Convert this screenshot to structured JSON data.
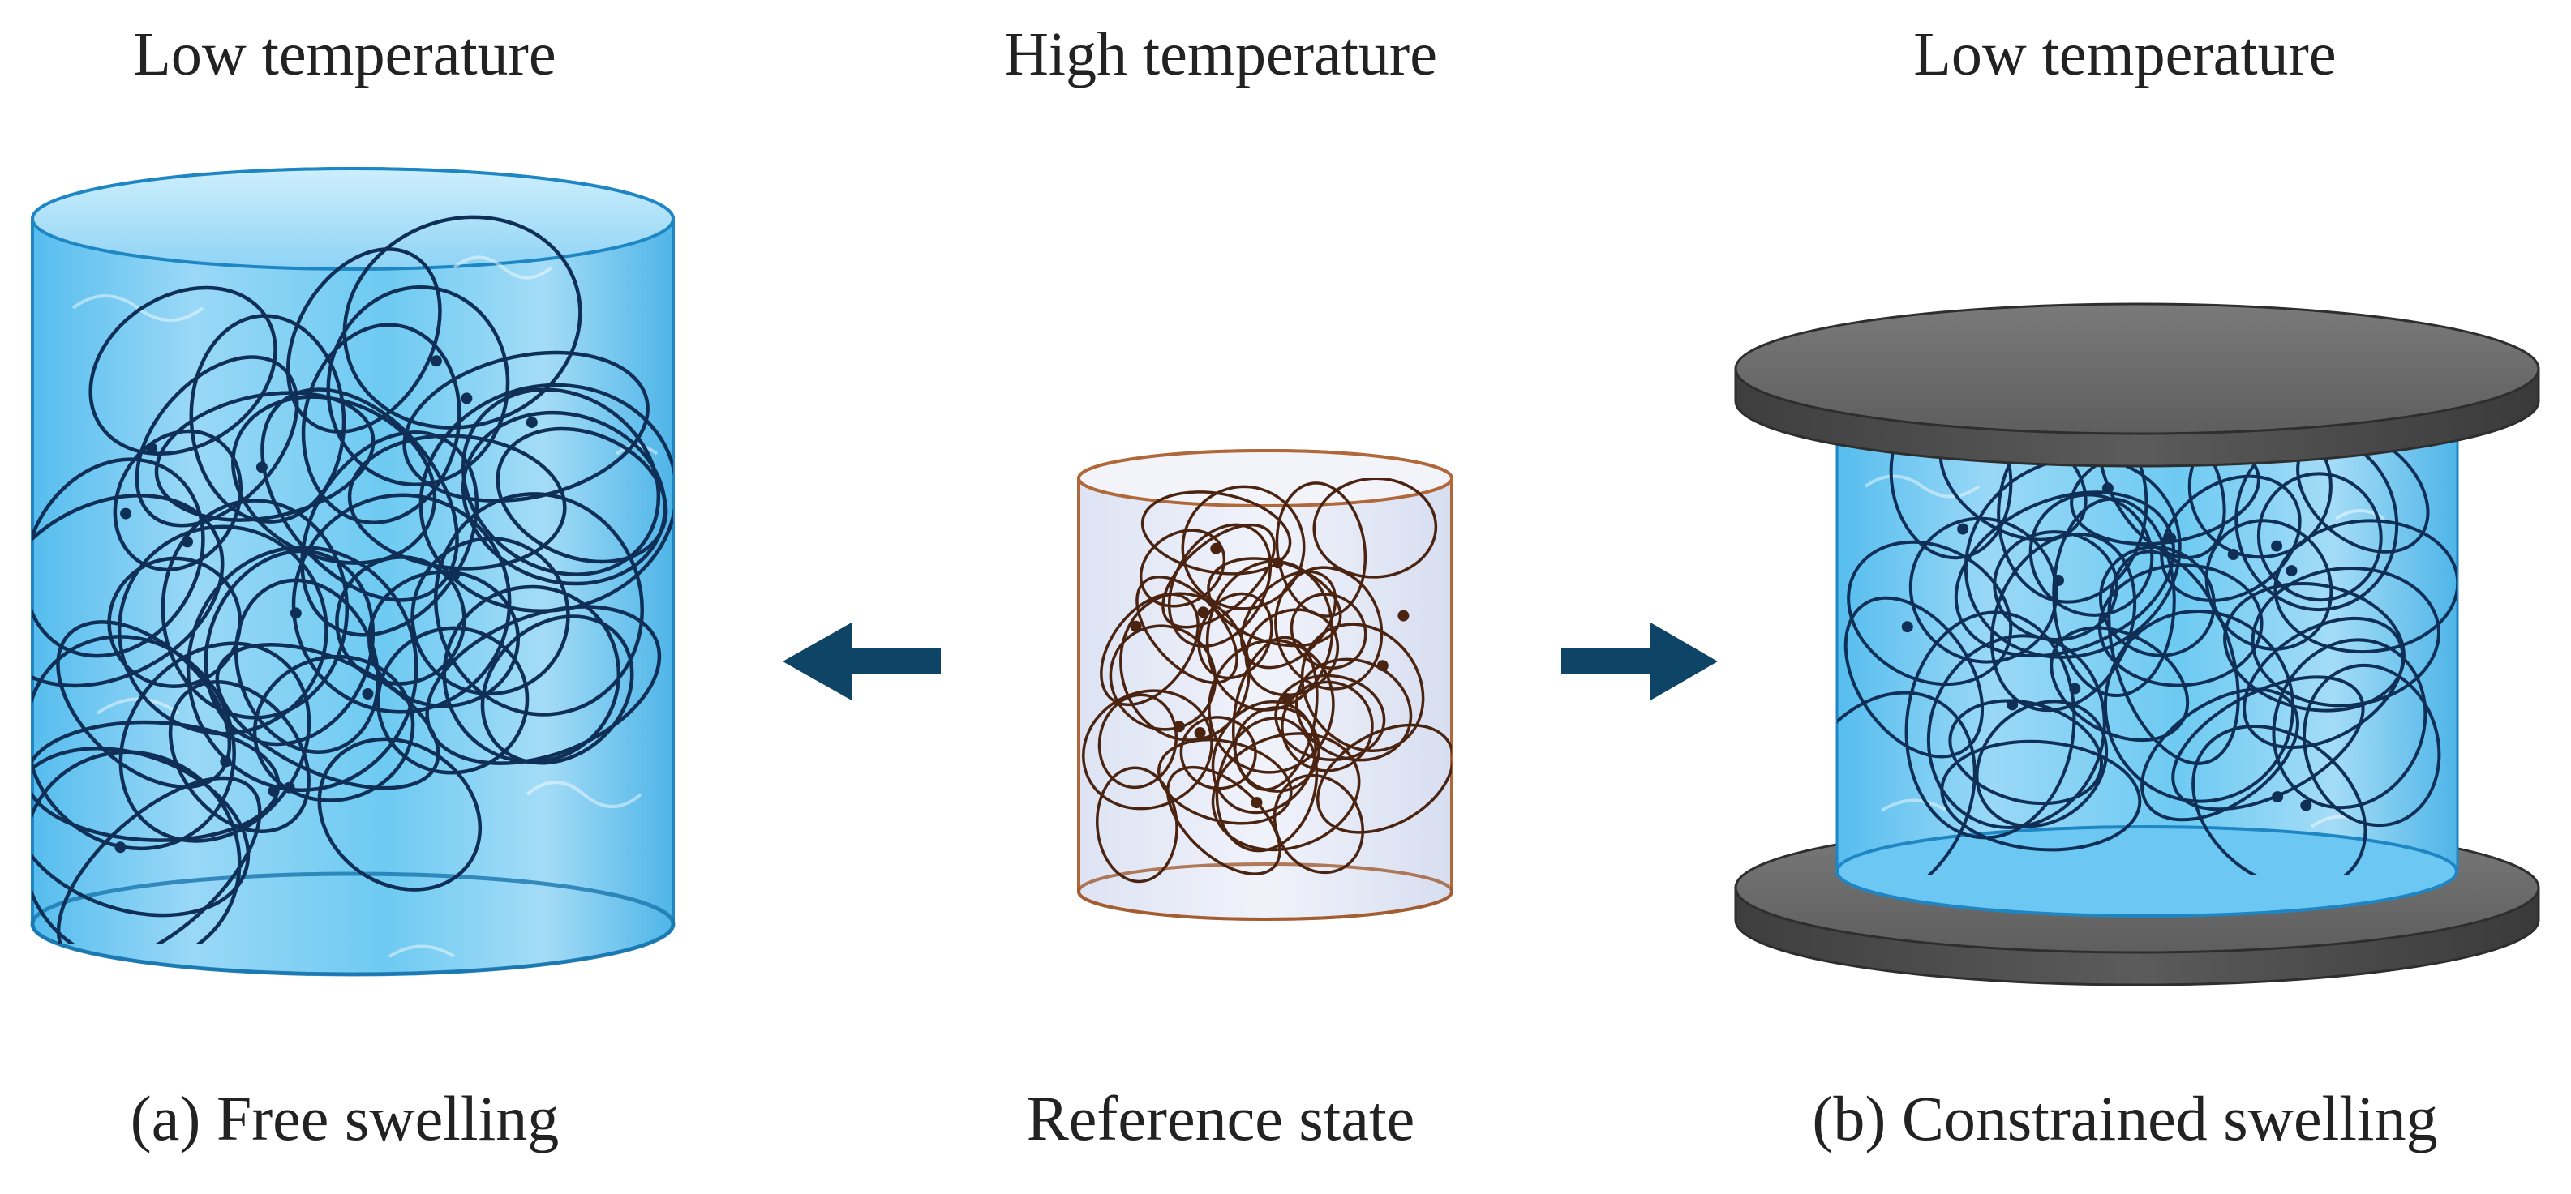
{
  "labels": {
    "left_top": "Low temperature",
    "center_top": "High temperature",
    "right_top": "Low temperature",
    "left_bottom": "(a) Free swelling",
    "center_bottom": "Reference state",
    "right_bottom": "(b) Constrained swelling"
  },
  "colors": {
    "water_light": "#bfe7fb",
    "water_mid": "#5cc3f0",
    "water_dark": "#1f86c4",
    "network_swollen": "#0f2f57",
    "network_reference": "#4a2410",
    "reference_rim": "#b0683a",
    "reference_fill": "#e9eef8",
    "plate_top": "#6b6b6b",
    "plate_side": "#4a4a4a",
    "arrow": "#0e4566"
  }
}
